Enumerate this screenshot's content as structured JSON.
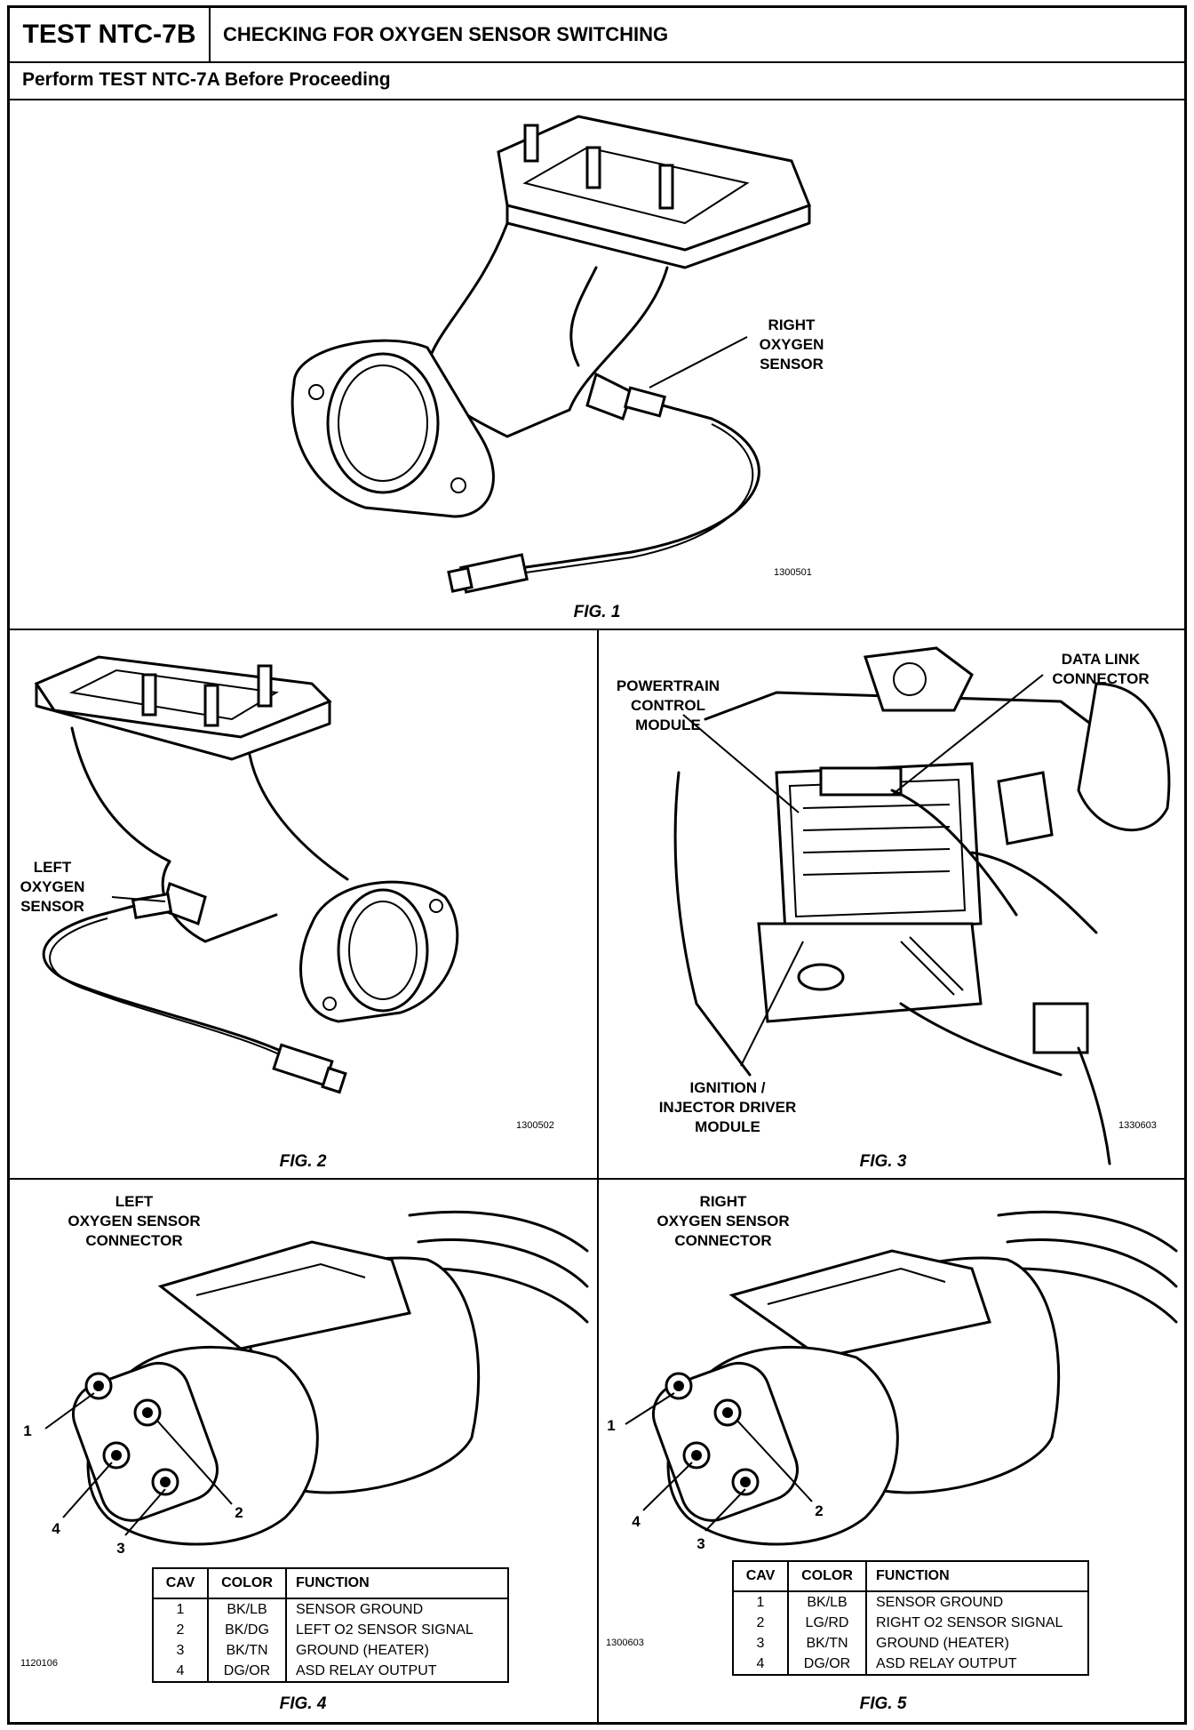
{
  "header": {
    "test_id": "TEST NTC-7B",
    "title": "CHECKING FOR OXYGEN SENSOR SWITCHING",
    "prerequisite": "Perform TEST NTC-7A Before Proceeding"
  },
  "fig1": {
    "caption": "FIG. 1",
    "code": "1300501",
    "callouts": [
      "RIGHT",
      "OXYGEN",
      "SENSOR"
    ]
  },
  "fig2": {
    "caption": "FIG. 2",
    "code": "1300502",
    "callouts": [
      "LEFT",
      "OXYGEN",
      "SENSOR"
    ]
  },
  "fig3": {
    "caption": "FIG. 3",
    "code": "1330603",
    "callout_pcm": [
      "POWERTRAIN",
      "CONTROL",
      "MODULE"
    ],
    "callout_dlc": [
      "DATA LINK",
      "CONNECTOR"
    ],
    "callout_ignition": [
      "IGNITION /",
      "INJECTOR DRIVER",
      "MODULE"
    ]
  },
  "fig4": {
    "caption": "FIG. 4",
    "code": "1120106",
    "title": [
      "LEFT",
      "OXYGEN SENSOR",
      "CONNECTOR"
    ],
    "pins": [
      "1",
      "2",
      "3",
      "4"
    ],
    "table": {
      "headers": [
        "CAV",
        "COLOR",
        "FUNCTION"
      ],
      "rows": [
        [
          "1",
          "BK/LB",
          "SENSOR GROUND"
        ],
        [
          "2",
          "BK/DG",
          "LEFT O2 SENSOR SIGNAL"
        ],
        [
          "3",
          "BK/TN",
          "GROUND (HEATER)"
        ],
        [
          "4",
          "DG/OR",
          "ASD RELAY OUTPUT"
        ]
      ]
    }
  },
  "fig5": {
    "caption": "FIG. 5",
    "code": "1300603",
    "title": [
      "RIGHT",
      "OXYGEN SENSOR",
      "CONNECTOR"
    ],
    "pins": [
      "1",
      "2",
      "3",
      "4"
    ],
    "table": {
      "headers": [
        "CAV",
        "COLOR",
        "FUNCTION"
      ],
      "rows": [
        [
          "1",
          "BK/LB",
          "SENSOR GROUND"
        ],
        [
          "2",
          "LG/RD",
          "RIGHT O2 SENSOR SIGNAL"
        ],
        [
          "3",
          "BK/TN",
          "GROUND (HEATER)"
        ],
        [
          "4",
          "DG/OR",
          "ASD RELAY OUTPUT"
        ]
      ]
    }
  }
}
